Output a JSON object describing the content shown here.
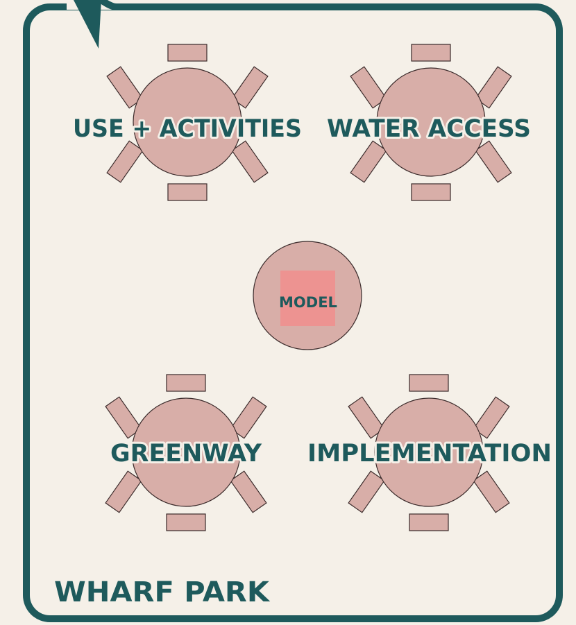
{
  "venue": {
    "name": "WHARF PARK"
  },
  "stations": [
    {
      "id": "use-activities",
      "label": "USE + ACTIVITIES"
    },
    {
      "id": "water-access",
      "label": "WATER ACCESS"
    },
    {
      "id": "greenway",
      "label": "GREENWAY"
    },
    {
      "id": "implementation",
      "label": "IMPLEMENTATION"
    }
  ],
  "center": {
    "label": "MODEL"
  },
  "colors": {
    "background": "#f5f0e8",
    "border": "#1e5a5c",
    "table_fill": "#d8aea8",
    "chair_fill": "#d8aea8",
    "outline": "#3a2a2a",
    "model_fill": "#ed9391",
    "text": "#1e5a5c"
  }
}
